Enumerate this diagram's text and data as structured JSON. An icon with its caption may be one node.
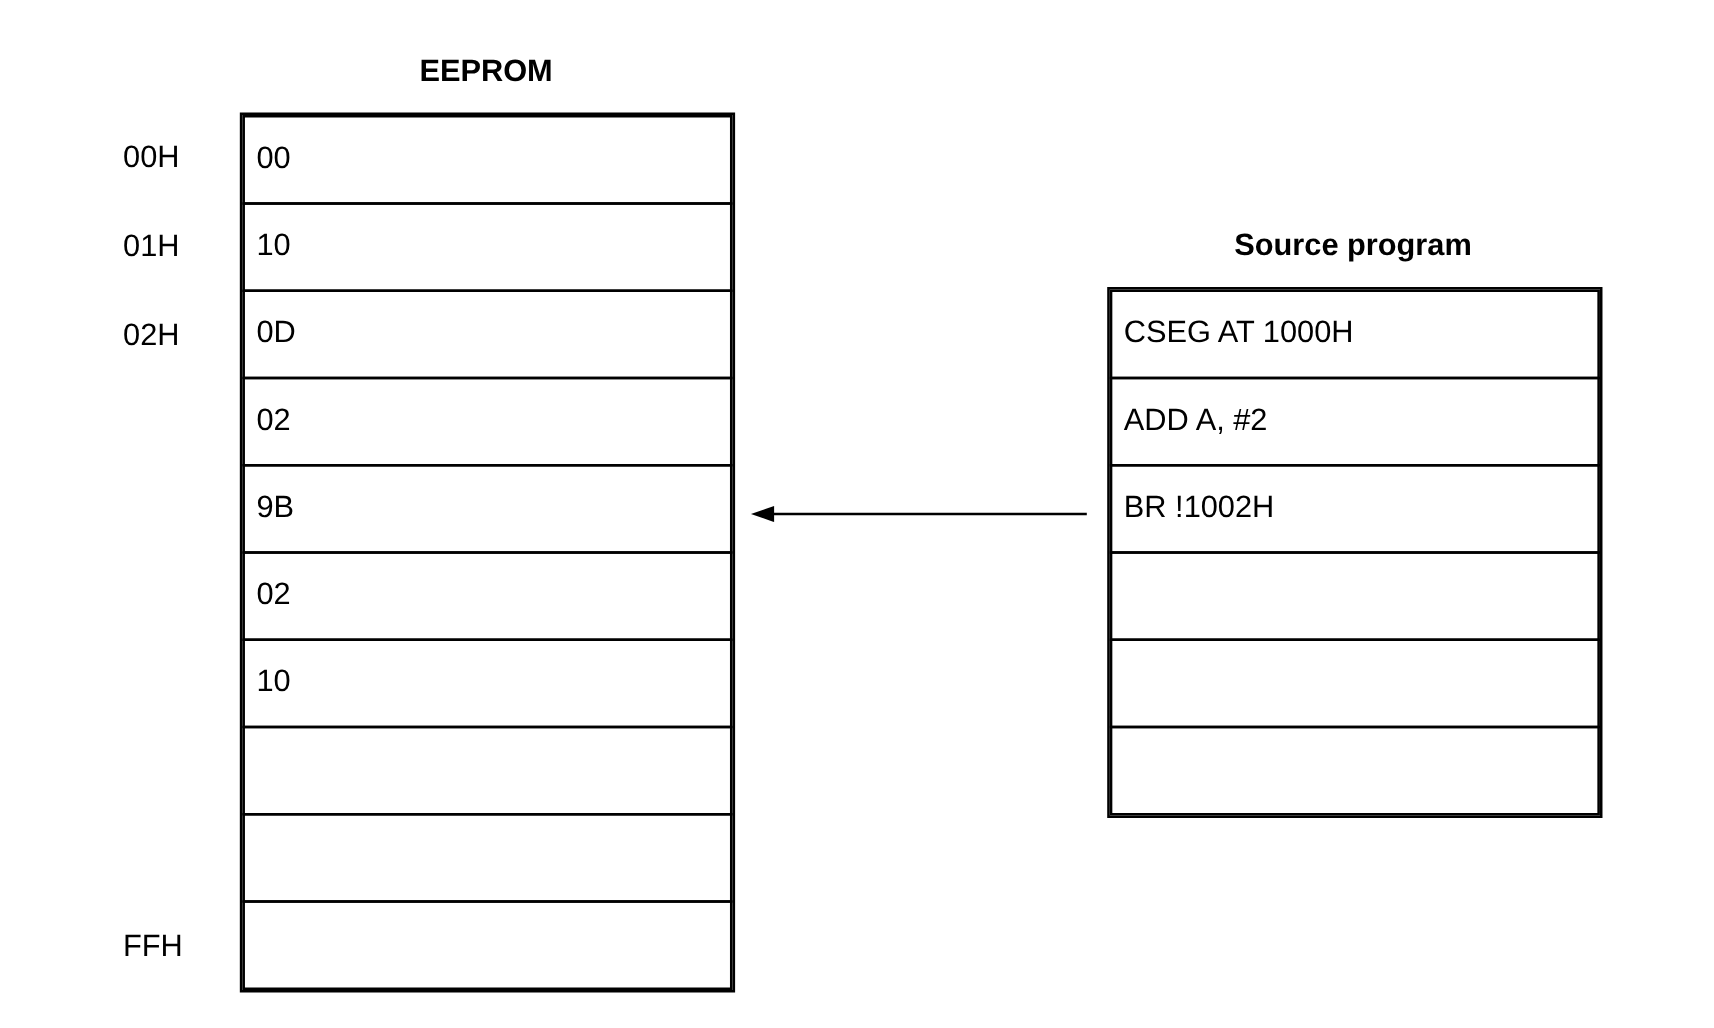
{
  "diagram": {
    "nodes": [
      {
        "text": [
          "EEPROM",
          "00",
          "10",
          "0D",
          "02",
          "9B",
          "02",
          "10"
        ],
        "beside": [
          "00H",
          "01H",
          "02H",
          "FFH"
        ]
      },
      {
        "text": [
          "Source program",
          "CSEG AT 1000H",
          "ADD A, #2",
          "BR !1002H"
        ]
      }
    ],
    "edges": [
      {
        "from": 1,
        "to": 0,
        "arrow": "to"
      }
    ]
  }
}
